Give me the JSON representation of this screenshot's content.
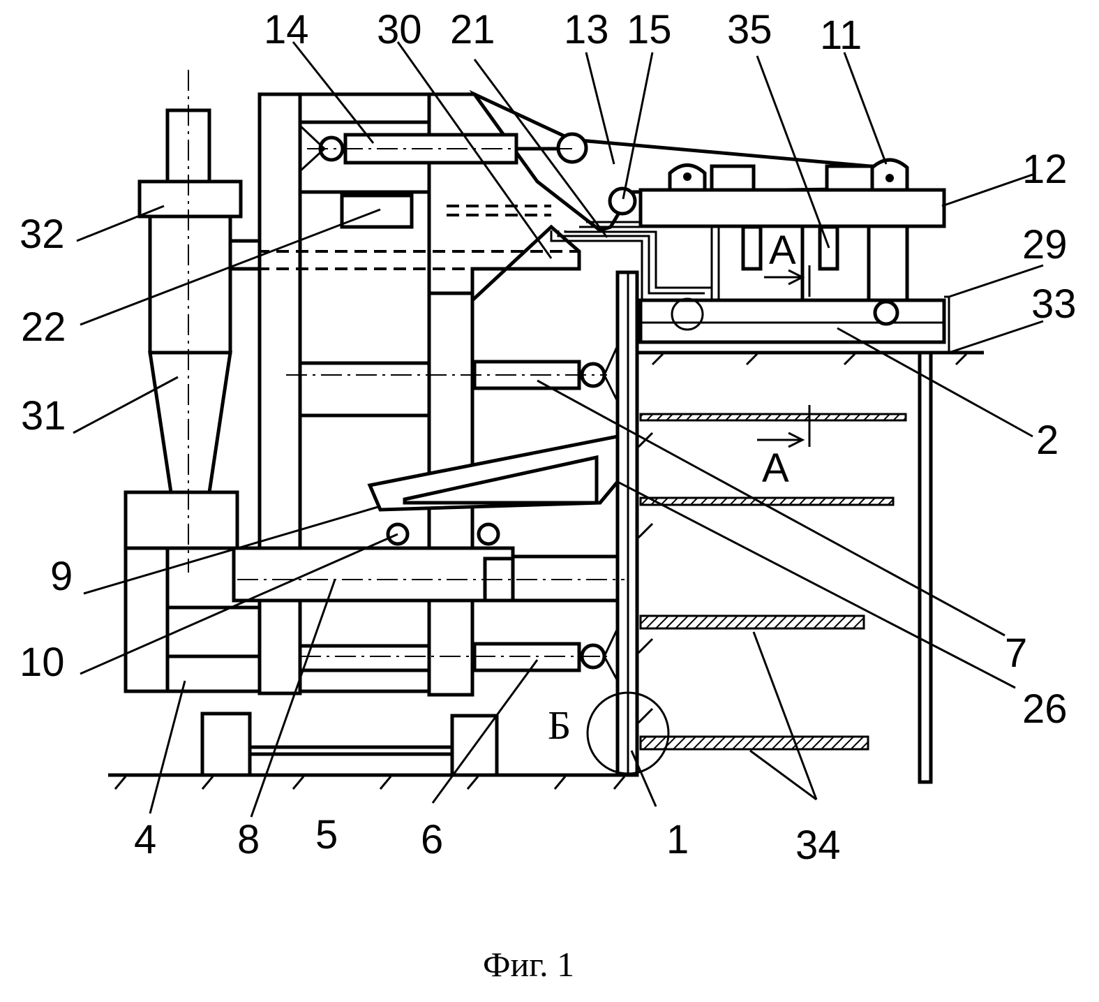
{
  "labels": {
    "l14": "14",
    "l30": "30",
    "l21": "21",
    "l13": "13",
    "l15": "15",
    "l35": "35",
    "l11": "11",
    "l12": "12",
    "l29": "29",
    "l33": "33",
    "l32": "32",
    "l22": "22",
    "l31": "31",
    "l2": "2",
    "lA_top": "A",
    "lA_bot": "A",
    "l9": "9",
    "l10": "10",
    "l7": "7",
    "l26": "26",
    "lB": "Б",
    "l4": "4",
    "l8": "8",
    "l5": "5",
    "l6": "6",
    "l1": "1",
    "l34": "34"
  },
  "caption": "Фиг. 1"
}
